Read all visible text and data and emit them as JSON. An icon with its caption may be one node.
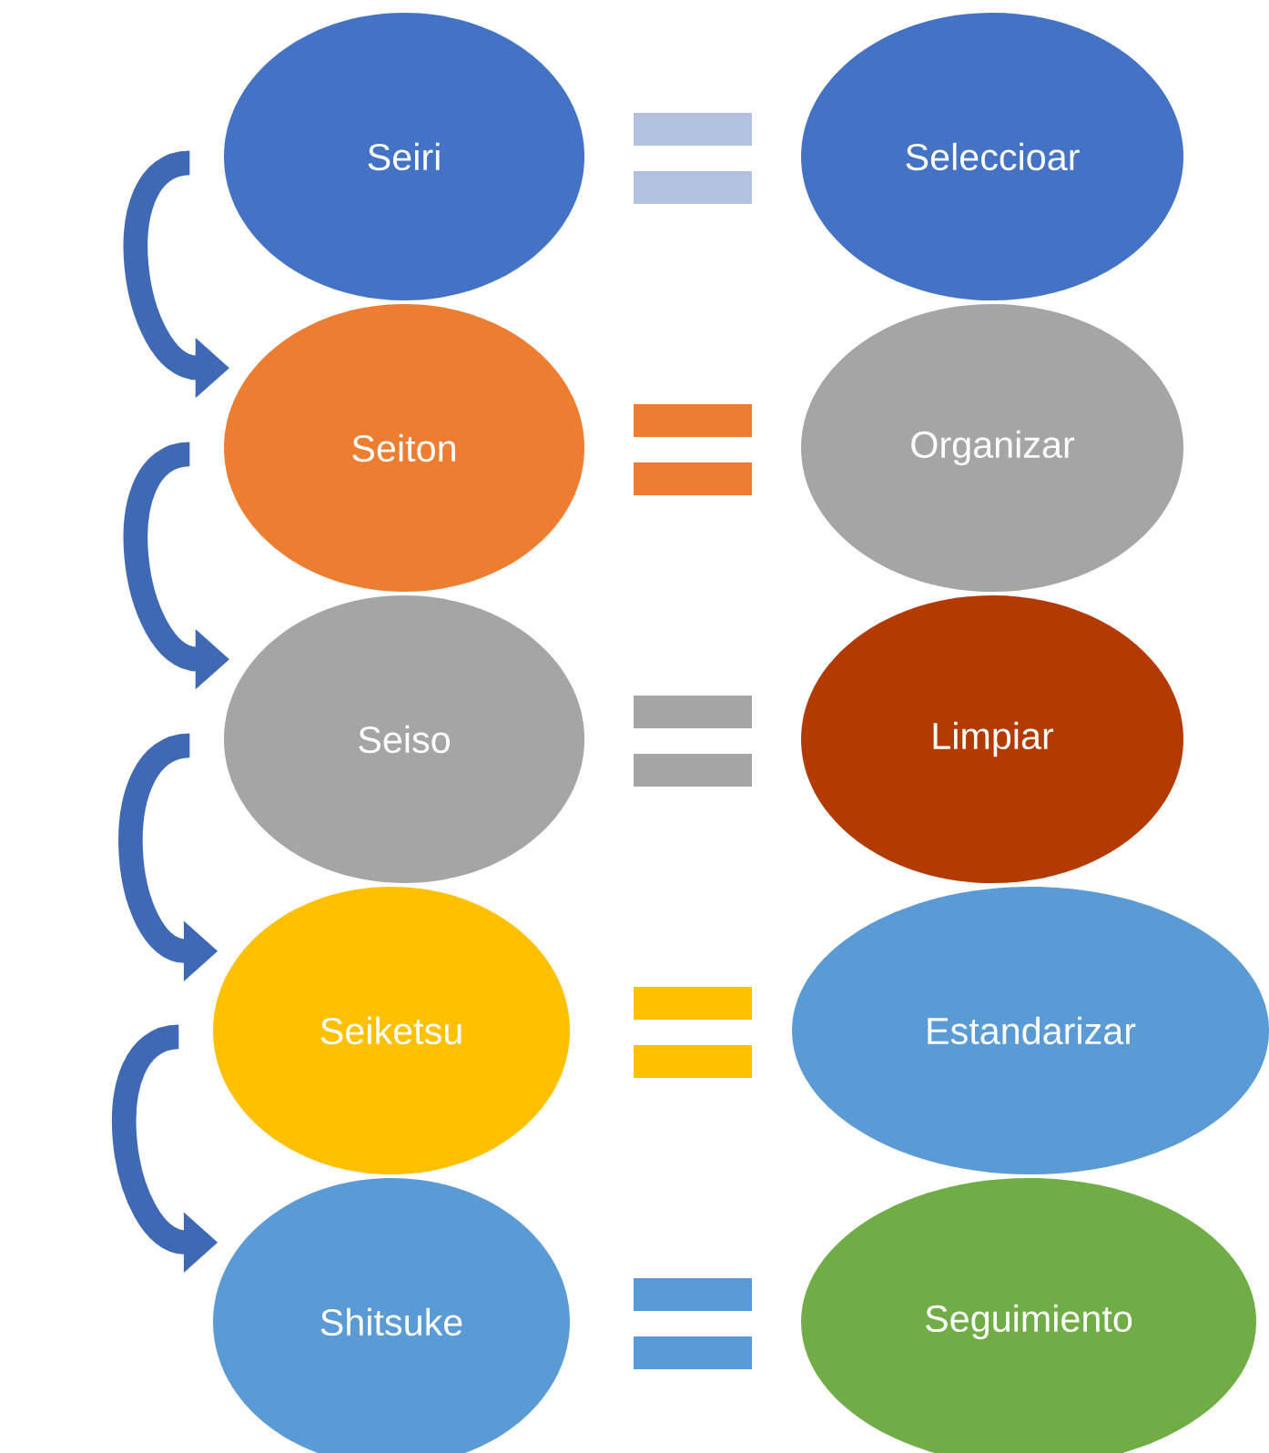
{
  "diagram": {
    "nodes": [
      {
        "text": [
          "Seiri"
        ]
      },
      {
        "text": [
          "Seiton"
        ]
      },
      {
        "text": [
          "Seiso"
        ]
      },
      {
        "text": [
          "Seiketsu"
        ]
      },
      {
        "text": [
          "Shitsuke"
        ]
      },
      {
        "text": [
          "Seleccioar"
        ]
      },
      {
        "text": [
          "Organizar"
        ]
      },
      {
        "text": [
          "Limpiar"
        ]
      },
      {
        "text": [
          "Estandarizar"
        ]
      },
      {
        "text": [
          "Seguimiento"
        ]
      }
    ],
    "edges": [
      {
        "from": 0,
        "to": 1,
        "arrow": "to"
      },
      {
        "from": 1,
        "to": 2,
        "arrow": "to"
      },
      {
        "from": 2,
        "to": 3,
        "arrow": "to"
      },
      {
        "from": 3,
        "to": 4,
        "arrow": "to"
      }
    ]
  }
}
